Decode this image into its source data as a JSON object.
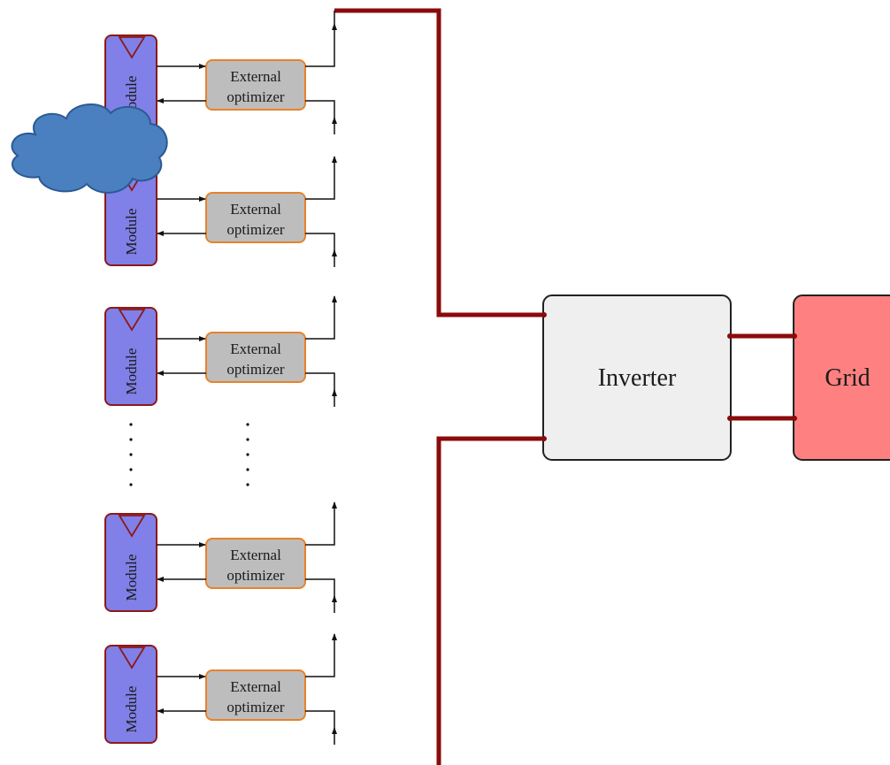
{
  "modules": [
    {
      "label": "Module",
      "optimizer_line1": "External",
      "optimizer_line2": "optimizer",
      "shaded": true
    },
    {
      "label": "Module",
      "optimizer_line1": "External",
      "optimizer_line2": "optimizer",
      "shaded": true
    },
    {
      "label": "Module",
      "optimizer_line1": "External",
      "optimizer_line2": "optimizer",
      "shaded": false
    },
    {
      "label": "Module",
      "optimizer_line1": "External",
      "optimizer_line2": "optimizer",
      "shaded": false
    },
    {
      "label": "Module",
      "optimizer_line1": "External",
      "optimizer_line2": "optimizer",
      "shaded": false
    }
  ],
  "inverter": {
    "label": "Inverter"
  },
  "grid": {
    "label": "Grid"
  },
  "colors": {
    "module_fill": "#8080e8",
    "module_border": "#8b1a1a",
    "optimizer_fill": "#bdbdbd",
    "optimizer_border": "#e8822a",
    "bus": "#8b0a0a",
    "inverter_fill": "#efefef",
    "grid_fill": "#ff8080",
    "cloud_fill": "#4a7fc0",
    "cloud_border": "#2b5a93"
  }
}
